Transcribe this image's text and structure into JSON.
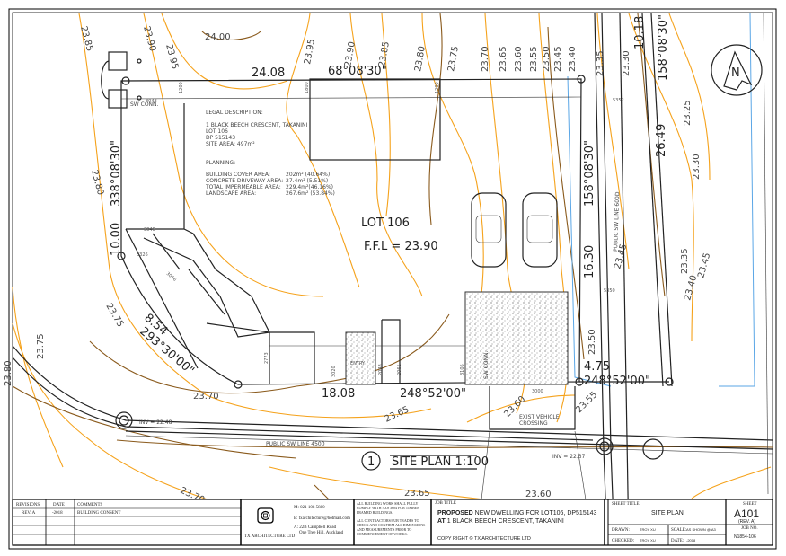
{
  "drawing": {
    "lot_label": "LOT 106",
    "ffl": "F.F.L = 23.90",
    "legal": {
      "heading": "LEGAL DESCRIPTION:",
      "address": "1 BLACK BEECH CRESCENT, TAKANINI",
      "lot": "LOT 106",
      "dp": "DP 515143",
      "site_area": "SITE AREA: 497m²"
    },
    "planning": {
      "heading": "PLANNING:",
      "rows": [
        {
          "label": "BUILDING COVER AREA:",
          "value": "202m² (40.64%)"
        },
        {
          "label": "CONCRETE DRIVEWAY AREA:",
          "value": "27.4m² (5.51%)"
        },
        {
          "label": "TOTAL IMPERMEABLE AREA:",
          "value": "229.4m²(46.16%)"
        },
        {
          "label": "LANDSCAPE AREA:",
          "value": "267.6m² (53.84%)"
        }
      ]
    },
    "boundaries": {
      "top_len": "24.08",
      "top_bearing": "68°08'30\"",
      "right_len": "26.49",
      "right_bearing": "158°08'30\"",
      "far_len": "10.18",
      "far_bearing": "158°08'30\"",
      "inner_right_bearing": "158°08'30\"",
      "inner_right_len": "16.30",
      "bottom_len": "18.08",
      "bottom_bearing": "248°52'00\"",
      "br_len": "4.75",
      "br_bearing": "248°52'00\"",
      "curve_len": "8.54",
      "curve_bearing": "293°30'00\"",
      "left_len": "10.00",
      "left_bearing": "338°08'30\""
    },
    "labels": {
      "sw_conn": "SW CONN.",
      "sw_conn2": "SW CONN.",
      "entry": "ENTRY",
      "inv1": "INV = 22.48",
      "inv2": "INV = 22.37",
      "sw_line": "PUBLIC SW LINE 4500",
      "sw_line2": "PUBLIC SW LINE 600D",
      "crossing1": "EXIST VEHICLE",
      "crossing2": "CROSSING",
      "view_no": "1",
      "view_title": "SITE PLAN 1:100"
    },
    "dims": [
      "3048",
      "1200",
      "1800",
      "3046",
      "3326",
      "3016",
      "2773",
      "3020",
      "2048",
      "2061",
      "3106",
      "3000",
      "5352",
      "5350",
      "1200"
    ],
    "contours": [
      "23.85",
      "23.90",
      "23.95",
      "24.00",
      "23.95",
      "23.90",
      "23.85",
      "23.80",
      "23.75",
      "23.70",
      "23.65",
      "23.60",
      "23.55",
      "23.50",
      "23.45",
      "23.40",
      "23.35",
      "23.30",
      "23.25",
      "23.30",
      "23.80",
      "23.75",
      "23.75",
      "23.80",
      "23.70",
      "23.65",
      "23.60",
      "23.55",
      "23.70",
      "23.60",
      "23.65",
      "23.45",
      "23.50",
      "23.40",
      "23.35",
      "23.45"
    ]
  },
  "title_block": {
    "revisions_header": "REVISIONS",
    "date_header": "DATE",
    "comments_header": "COMMENTS",
    "rev": "REV. A",
    "rev_date": "-2018",
    "rev_comment": "BUILDING CONSENT",
    "company": "TX ARCHITECTURE LTD",
    "phone": "M: 021 108 5880",
    "email": "E: txarchitecture@hotmail.com",
    "addr1": "A: 22B Campbell Road",
    "addr2": "One Tree Hill, Auckland",
    "note1": "ALL BUILDING WORK SHALL FULLY COMPLY WITH NZS 3604 FOR TIMBER FRAMED BUILDINGS.",
    "note2": "ALL CONTRACTORS/SUB TRADES TO CHECK AND CONFIRM ALL DIMENSIONS AND MEASUREMENTS PRIOR TO COMMENCEMENT OF WORKS.",
    "job_title_label": "JOB TITLE",
    "job_bold1": "PROPOSED",
    "job_line1": " NEW DWELLING FOR LOT106, DP515143",
    "job_bold2": "AT",
    "job_line2": " 1 BLACK BEECH CRESCENT, TAKANINI",
    "copyright": "COPY RIGHT © TX ARCHITECTURE LTD",
    "sheet_title_label": "SHEET TITLE",
    "sheet_title": "SITE PLAN",
    "drawn_label": "DRAWN:",
    "drawn": "TROY XU",
    "checked_label": "CHECKED:",
    "checked": "TROY XU",
    "scale_label": "SCALE:",
    "scale": "AS SHOWN @ A3",
    "date_label": "DATE:",
    "date": "-2018",
    "sheet_label": "SHEET",
    "sheet": "A101",
    "sheet_rev": "(REV. A)",
    "job_no_label": "JOB NO.",
    "job_no": "N1854-106"
  },
  "colors": {
    "contour_light": "#f5a21b",
    "contour_dark": "#8a5a1c",
    "boundary_water": "#5aa6e6"
  }
}
